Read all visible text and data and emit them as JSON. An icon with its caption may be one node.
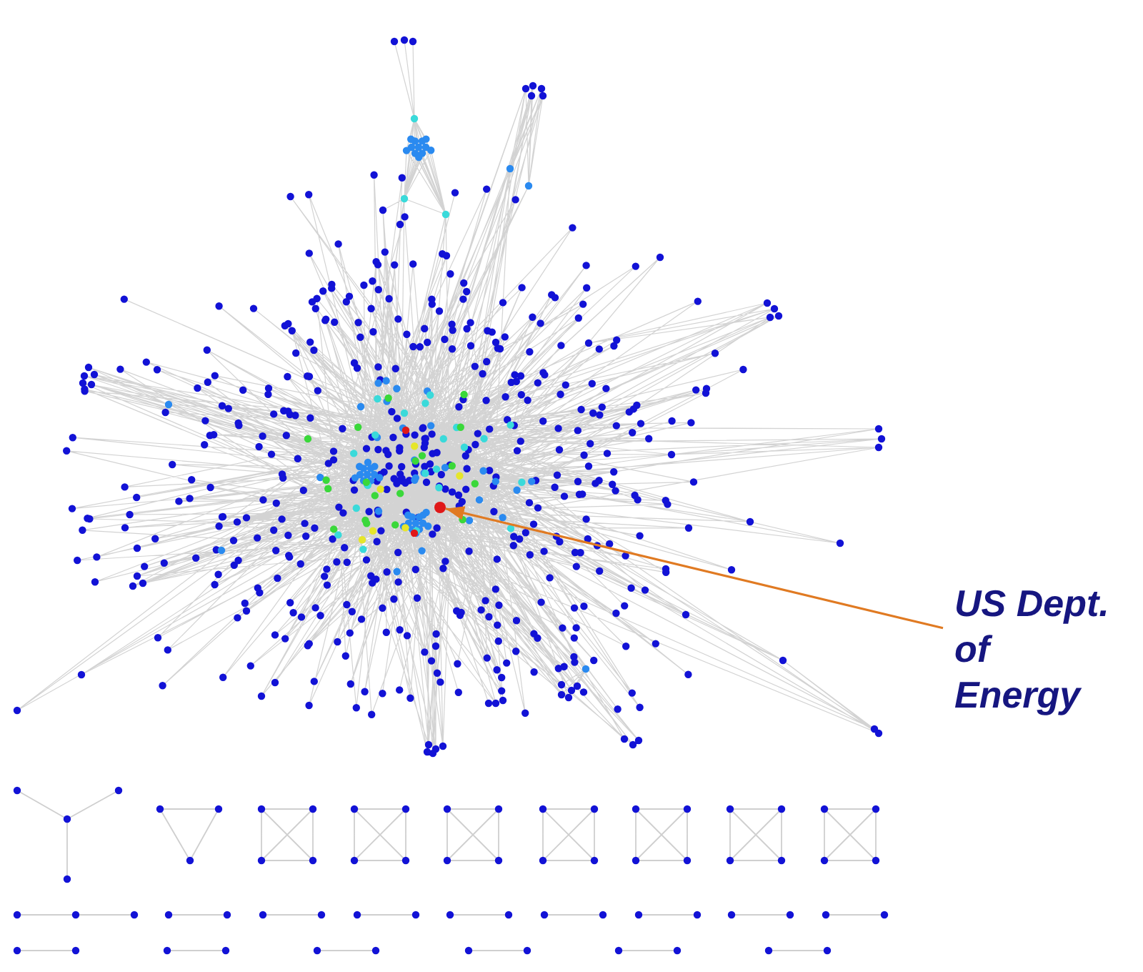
{
  "diagram": {
    "nodes": [
      {
        "text": [
          "US Dept. of Energy"
        ]
      },
      {
        "text": [],
        "shape": "circle"
      }
    ],
    "edges": [
      {
        "from": 0,
        "to": 1,
        "arrow": "to",
        "color": "#e07a22"
      }
    ]
  }
}
